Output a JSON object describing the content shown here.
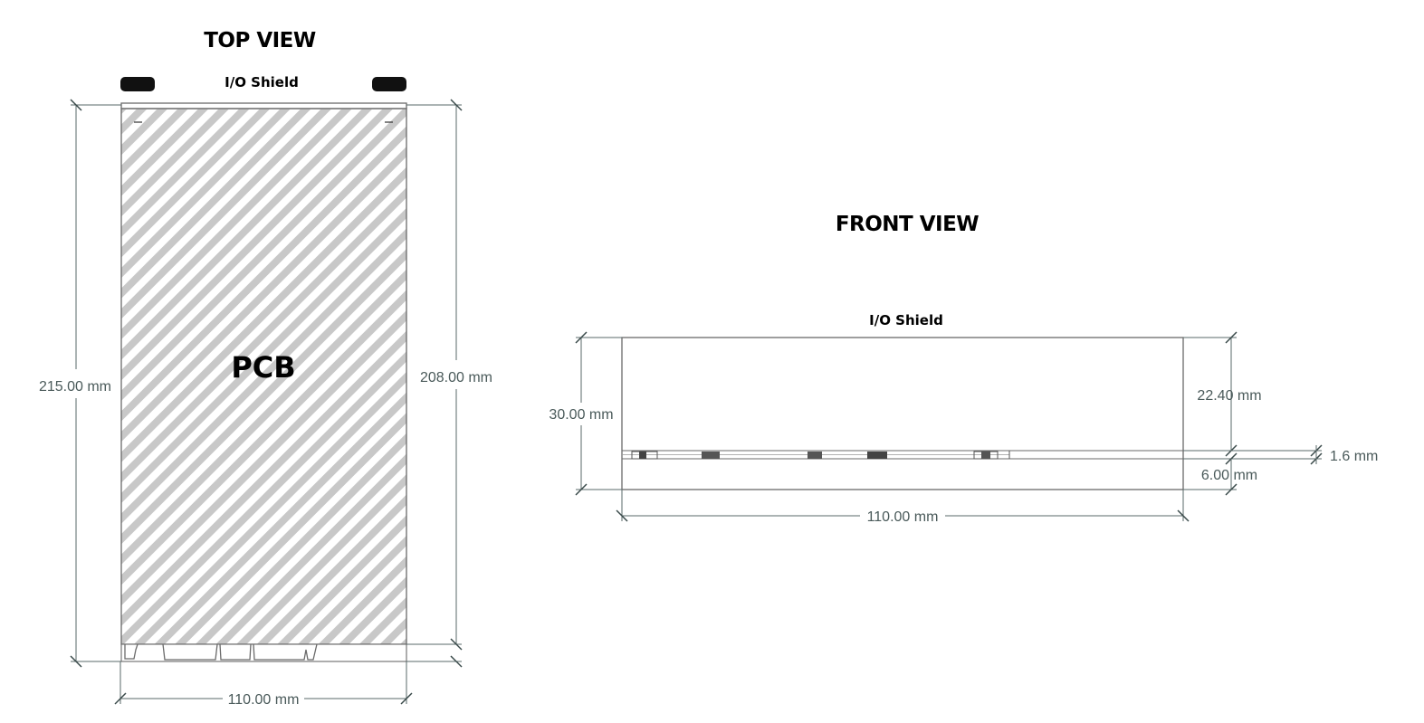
{
  "top_view": {
    "title": "TOP VIEW",
    "io_label": "I/O Shield",
    "pcb_label": "PCB",
    "dim_total_length": "215.00 mm",
    "dim_pcb_length": "208.00 mm",
    "dim_width": "110.00 mm"
  },
  "front_view": {
    "title": "FRONT VIEW",
    "io_label": "I/O Shield",
    "dim_total_height": "30.00 mm",
    "dim_top_height": "22.40 mm",
    "dim_pcb_thickness": "1.6 mm",
    "dim_bottom_height": "6.00 mm",
    "dim_width": "110.00 mm"
  },
  "colors": {
    "hatch": "#c8c8c8",
    "outline": "#6a6a6a",
    "dimension_text": "#4a5a5a"
  }
}
